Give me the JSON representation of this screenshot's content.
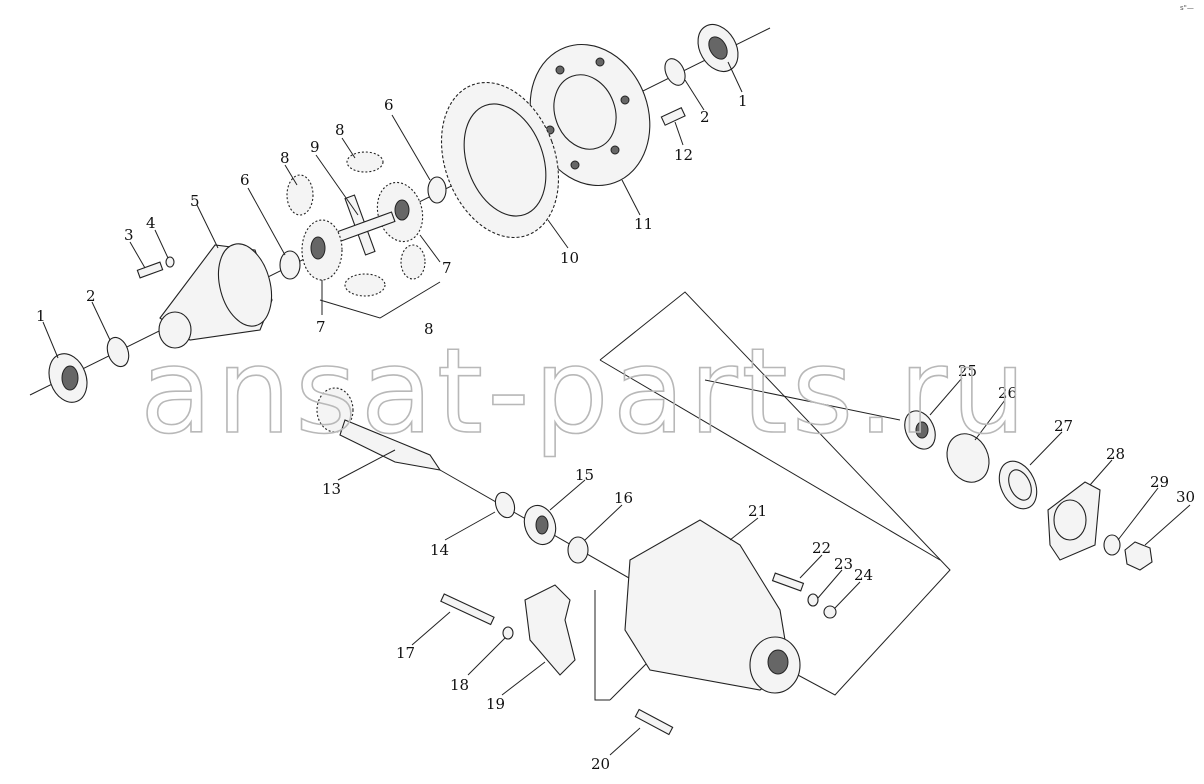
{
  "watermark": "ansat-parts.ru",
  "corner_mark": "s\"—",
  "callouts": [
    {
      "id": "c1a",
      "text": "1"
    },
    {
      "id": "c2a",
      "text": "2"
    },
    {
      "id": "c12",
      "text": "12"
    },
    {
      "id": "c11",
      "text": "11"
    },
    {
      "id": "c10",
      "text": "10"
    },
    {
      "id": "c6a",
      "text": "6"
    },
    {
      "id": "c7a",
      "text": "7"
    },
    {
      "id": "c8a",
      "text": "8"
    },
    {
      "id": "c9",
      "text": "9"
    },
    {
      "id": "c8b",
      "text": "8"
    },
    {
      "id": "c6b",
      "text": "6"
    },
    {
      "id": "c5",
      "text": "5"
    },
    {
      "id": "c4",
      "text": "4"
    },
    {
      "id": "c3",
      "text": "3"
    },
    {
      "id": "c7b",
      "text": "7"
    },
    {
      "id": "c8c",
      "text": "8"
    },
    {
      "id": "c2b",
      "text": "2"
    },
    {
      "id": "c1b",
      "text": "1"
    },
    {
      "id": "c13",
      "text": "13"
    },
    {
      "id": "c14",
      "text": "14"
    },
    {
      "id": "c15",
      "text": "15"
    },
    {
      "id": "c16",
      "text": "16"
    },
    {
      "id": "c17",
      "text": "17"
    },
    {
      "id": "c18",
      "text": "18"
    },
    {
      "id": "c19",
      "text": "19"
    },
    {
      "id": "c20",
      "text": "20"
    },
    {
      "id": "c21",
      "text": "21"
    },
    {
      "id": "c22",
      "text": "22"
    },
    {
      "id": "c23",
      "text": "23"
    },
    {
      "id": "c24",
      "text": "24"
    },
    {
      "id": "c25",
      "text": "25"
    },
    {
      "id": "c26",
      "text": "26"
    },
    {
      "id": "c27",
      "text": "27"
    },
    {
      "id": "c28",
      "text": "28"
    },
    {
      "id": "c29",
      "text": "29"
    },
    {
      "id": "c30",
      "text": "30"
    }
  ]
}
